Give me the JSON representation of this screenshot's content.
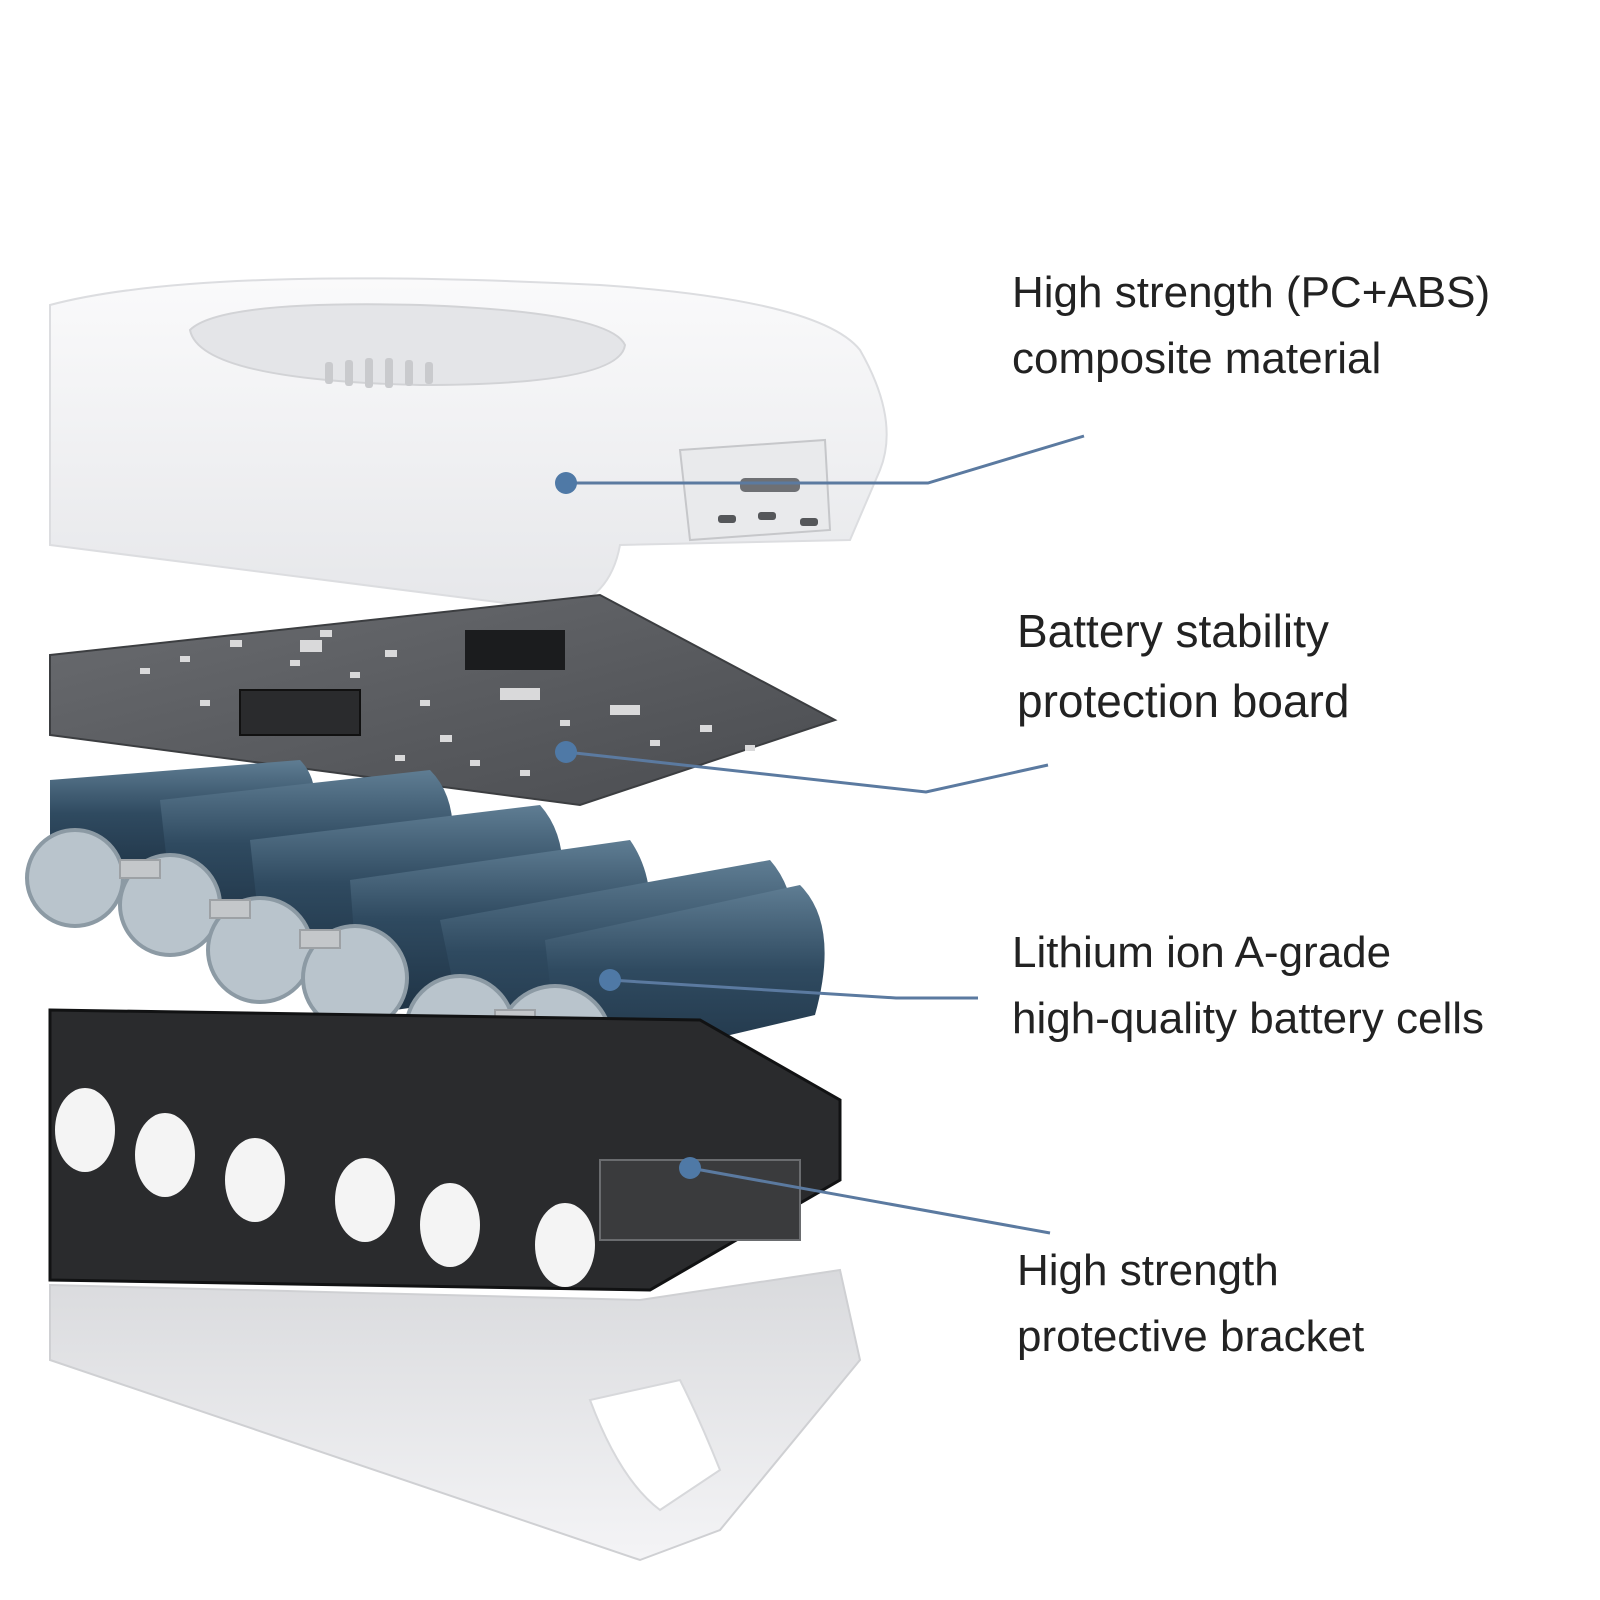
{
  "colors": {
    "leader_line": "#5b7aa0",
    "leader_dot": "#4f79a6",
    "shell": "#f1f1f3",
    "pcb": "#5d5f62",
    "cell": "#36546b",
    "bracket": "#1e1f21",
    "text": "#222222"
  },
  "callouts": {
    "shell": {
      "line1": "High strength (PC+ABS)",
      "line2": "composite material"
    },
    "board": {
      "line1": "Battery stability",
      "line2": "protection board"
    },
    "cells": {
      "line1": "Lithium ion A-grade",
      "line2": "high-quality battery cells"
    },
    "bracket": {
      "line1": "High strength",
      "line2": "protective bracket"
    }
  }
}
